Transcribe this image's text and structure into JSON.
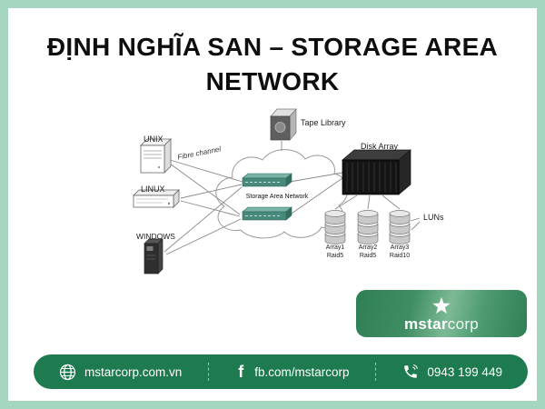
{
  "title": {
    "line1": "ĐỊNH NGHĨA SAN – STORAGE AREA",
    "line2": "NETWORK"
  },
  "diagram": {
    "tape_library_label": "Tape Library",
    "unix_label": "UNIX",
    "fibre_channel_label": "Fibre channel",
    "linux_label": "LINUX",
    "windows_label": "WINDOWS",
    "disk_array_label": "Disk Array",
    "san_cloud_label": "Storage Area Network",
    "luns_label": "LUNs",
    "arrays": [
      {
        "name": "Array1",
        "raid": "Raid5"
      },
      {
        "name": "Array2",
        "raid": "Raid5"
      },
      {
        "name": "Array3",
        "raid": "Raid10"
      }
    ]
  },
  "brand": {
    "wordmark_bold": "mstar",
    "wordmark_light": "corp"
  },
  "footer": {
    "website": "mstarcorp.com.vn",
    "facebook": "fb.com/mstarcorp",
    "phone": "0943 199 449",
    "facebook_icon_glyph": "f"
  },
  "colors": {
    "frame_border": "#a5d6bf",
    "footer_bg": "#1e7a4f",
    "banner_green_dark": "#2f7f55",
    "banner_green_light": "#7cba95",
    "switch_teal": "#48897b"
  }
}
